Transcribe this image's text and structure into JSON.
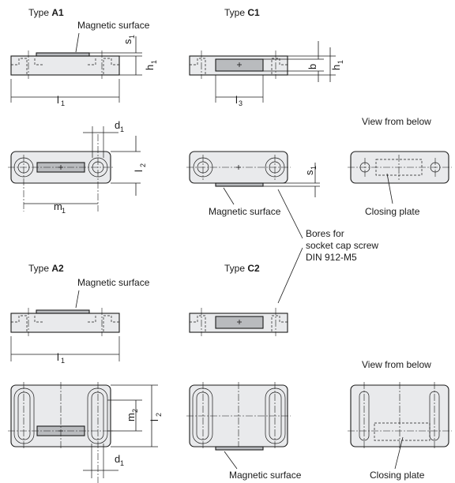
{
  "views": {
    "a1": {
      "type_prefix": "Type ",
      "type_code": "A1"
    },
    "c1": {
      "type_prefix": "Type ",
      "type_code": "C1"
    },
    "a2": {
      "type_prefix": "Type ",
      "type_code": "A2"
    },
    "c2": {
      "type_prefix": "Type ",
      "type_code": "C2"
    }
  },
  "labels": {
    "magnetic_surface": "Magnetic surface",
    "view_from_below": "View from below",
    "closing_plate": "Closing plate",
    "bores_line1": "Bores for",
    "bores_line2": "socket cap screw",
    "bores_line3": "DIN 912-M5"
  },
  "dimensions": {
    "s": "s",
    "h": "h",
    "b": "b",
    "l": "l",
    "m": "m",
    "d": "d",
    "sub1": "1",
    "sub2": "2",
    "sub3": "3"
  }
}
